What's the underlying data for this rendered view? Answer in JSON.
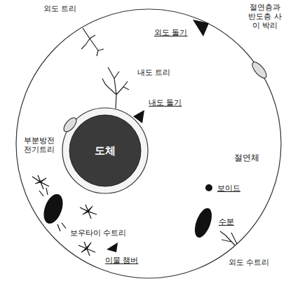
{
  "diagram": {
    "nodes": [
      {
        "text": [
          "절연체"
        ]
      },
      {
        "text": [
          "도체"
        ],
        "in": 0
      }
    ],
    "labels": [
      "외도 트리",
      "외도 돌기",
      "절연층과 반도층 사이 박리",
      "내도 트리",
      "내도 돌기",
      "부분방전 전기트리",
      "보이드",
      "수분",
      "보우타이 수트리",
      "이물 챔버",
      "외도 수트리"
    ]
  }
}
